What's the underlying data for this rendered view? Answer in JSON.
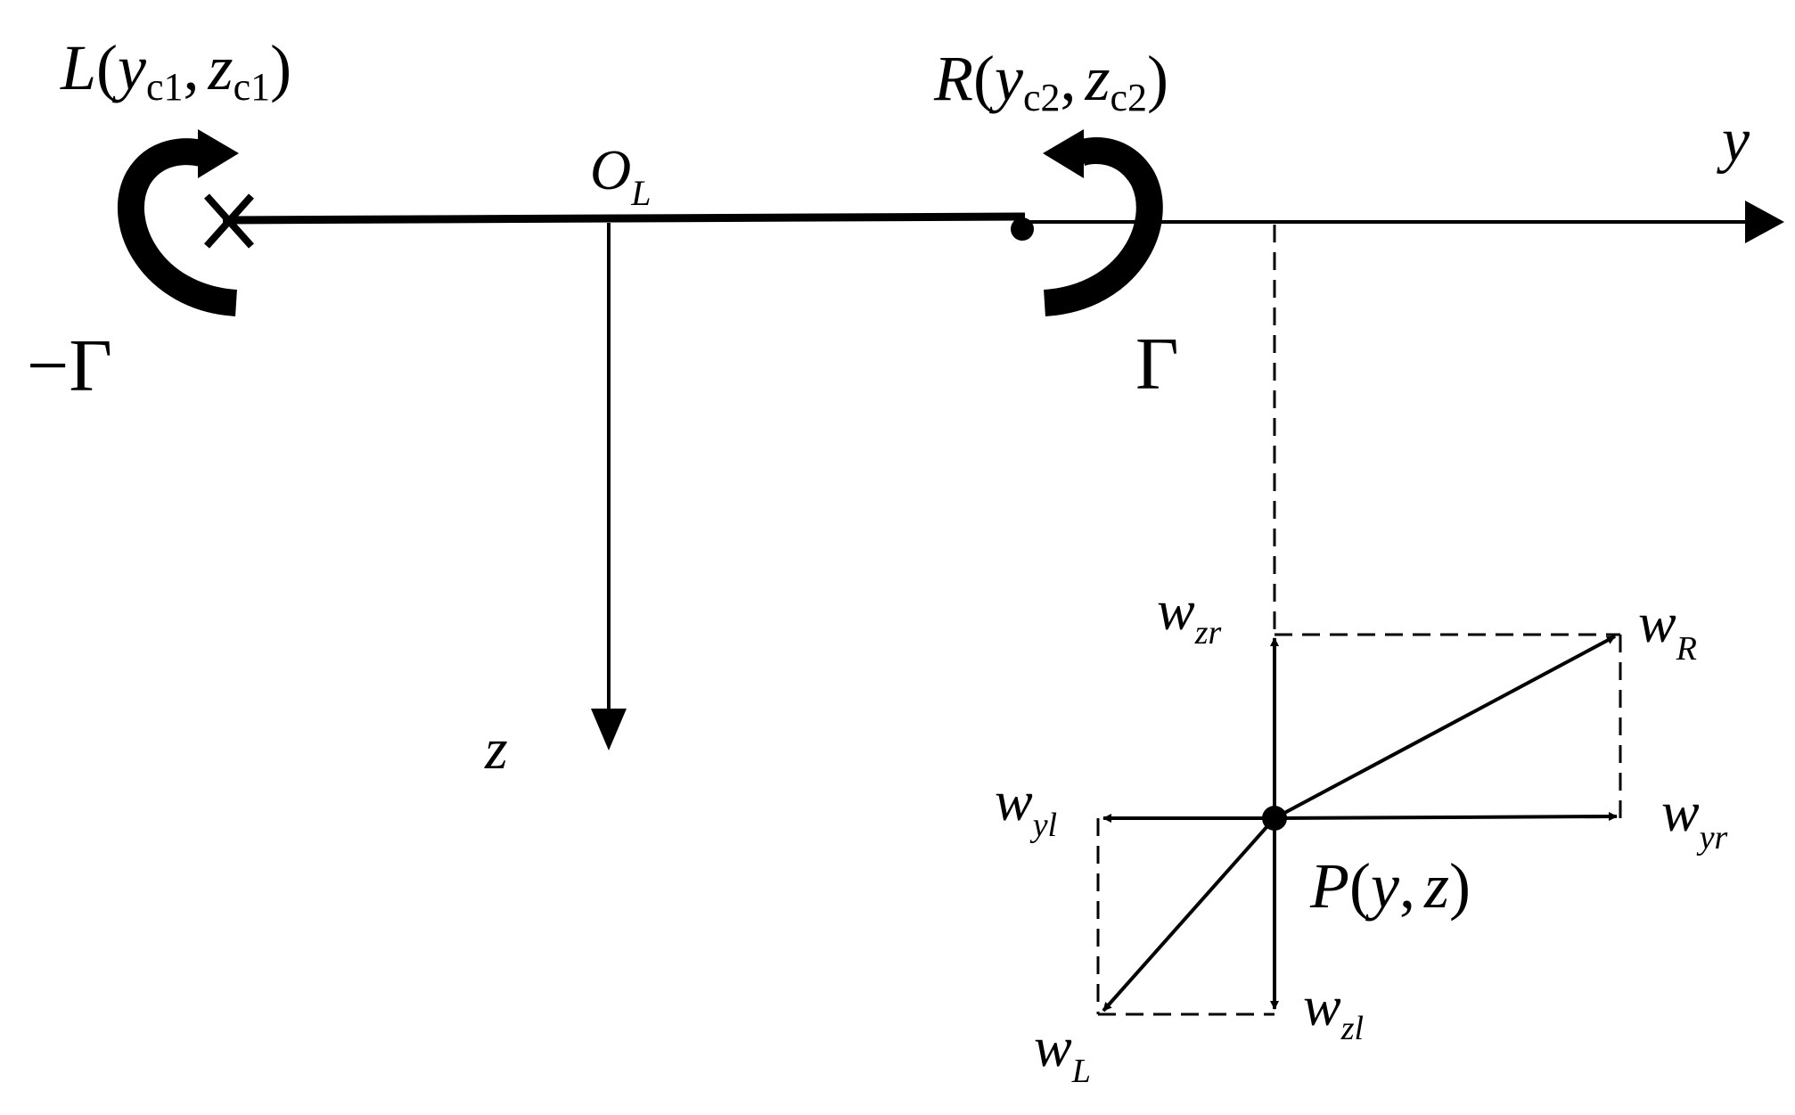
{
  "labels": {
    "left_vortex": {
      "main": "L",
      "open": "(",
      "y": "y",
      "y_sub": "c1",
      "comma": ",",
      "z": "z",
      "z_sub": "c1",
      "close": ")"
    },
    "right_vortex": {
      "main": "R",
      "open": "(",
      "y": "y",
      "y_sub": "c2",
      "comma": ",",
      "z": "z",
      "z_sub": "c2",
      "close": ")"
    },
    "origin": {
      "main": "O",
      "sub": "L"
    },
    "axis_y": "y",
    "axis_z": "z",
    "neg_circulation": "−Γ",
    "circulation": "Γ",
    "point": {
      "main": "P",
      "open": "(",
      "y": "y",
      "comma": ",",
      "z": "z",
      "close": ")"
    },
    "w_zr": {
      "main": "w",
      "sub": "zr"
    },
    "w_R": {
      "main": "w",
      "sub": "R"
    },
    "w_yl": {
      "main": "w",
      "sub": "yl"
    },
    "w_yr": {
      "main": "w",
      "sub": "yr"
    },
    "w_L": {
      "main": "w",
      "sub": "L"
    },
    "w_zl": {
      "main": "w",
      "sub": "zl"
    }
  },
  "colors": {
    "stroke": "#000000",
    "background": "#ffffff"
  }
}
